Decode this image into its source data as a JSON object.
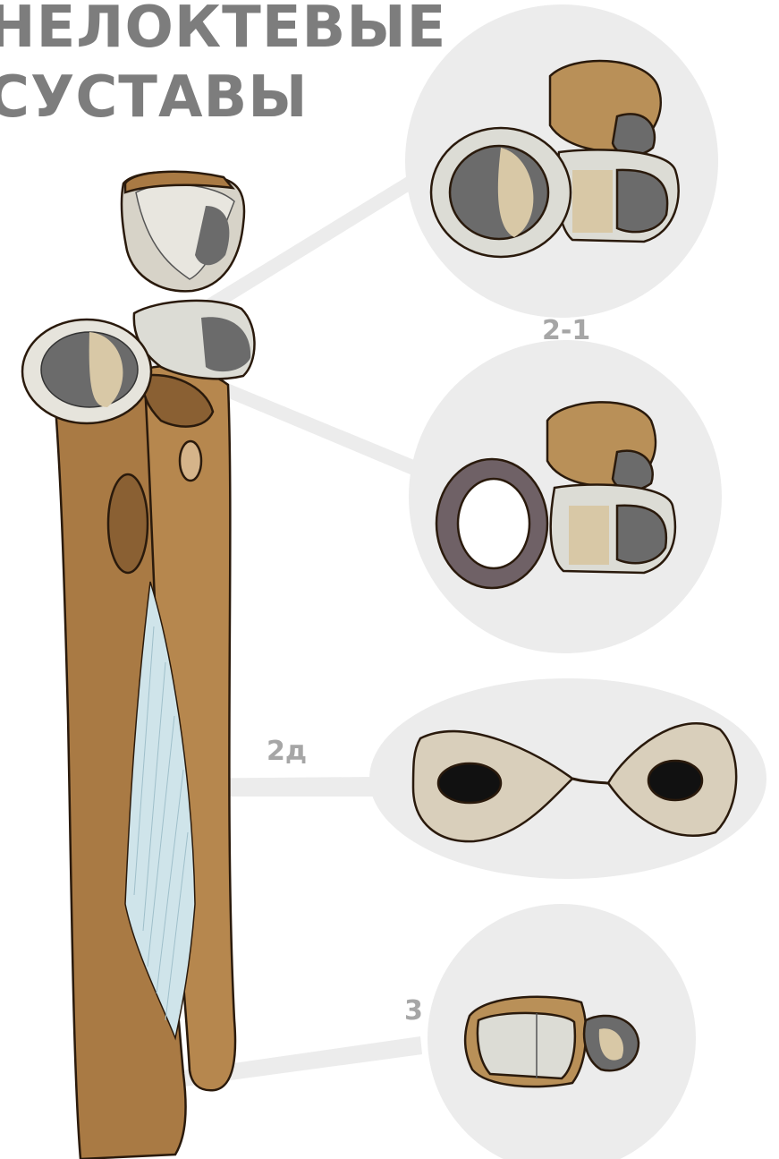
{
  "title": {
    "line1": "НЕЛОКТЕВЫЕ",
    "line2": "СУСТАВЫ"
  },
  "labels": {
    "label_2_1": "2-1",
    "label_2d": "2д",
    "label_3": "3"
  },
  "colors": {
    "bone": "#b6874e",
    "bone_dark": "#8a6033",
    "cartilage": "#dcdcd5",
    "cartilage_dark": "#6b6b6b",
    "membrane": "#cfe4ea",
    "circle_bg": "#ececec",
    "connector": "#ececec",
    "ring_purple": "#6f6166",
    "section_fill": "#d9cfbb"
  }
}
